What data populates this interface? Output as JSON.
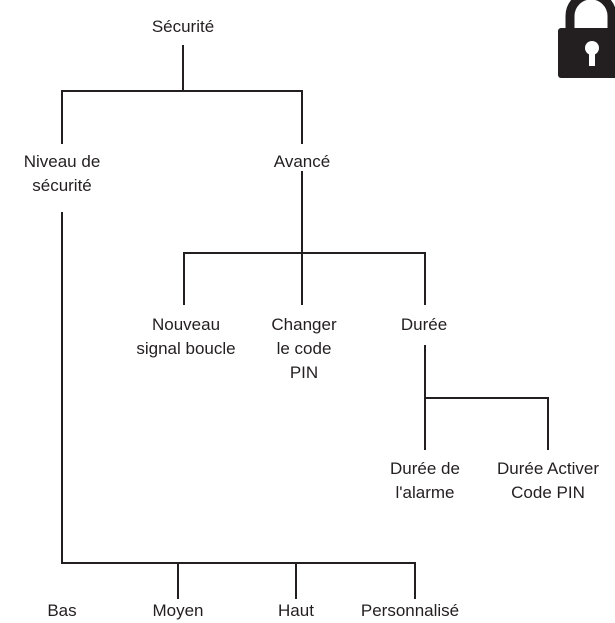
{
  "tree": {
    "root": "Sécurité",
    "niveau_de_securite": [
      "Niveau de",
      "sécurité"
    ],
    "avance": "Avancé",
    "nouveau_signal_boucle": [
      "Nouveau",
      "signal boucle"
    ],
    "changer_code_pin": [
      "Changer",
      "le code",
      "PIN"
    ],
    "duree": "Durée",
    "duree_alarme": [
      "Durée de",
      "l'alarme"
    ],
    "duree_activer_code_pin": [
      "Durée Activer",
      "Code PIN"
    ],
    "bas": "Bas",
    "moyen": "Moyen",
    "haut": "Haut",
    "personnalise": "Personnalisé"
  },
  "icon": "lock-icon",
  "colors": {
    "ink": "#231f20",
    "background": "#ffffff"
  }
}
